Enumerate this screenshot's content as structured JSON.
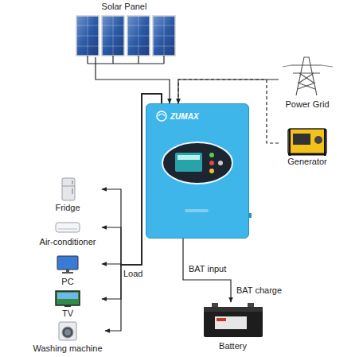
{
  "diagram": {
    "nodes": [
      {
        "text": [
          "Solar Panel"
        ]
      },
      {
        "text": [
          "Power Grid"
        ]
      },
      {
        "text": [
          "Generator"
        ]
      },
      {
        "text": [
          "ZUMAX"
        ]
      },
      {
        "text": [
          "Fridge"
        ]
      },
      {
        "text": [
          "Air-conditioner"
        ]
      },
      {
        "text": [
          "PC"
        ]
      },
      {
        "text": [
          "TV"
        ]
      },
      {
        "text": [
          "Washing machine"
        ]
      },
      {
        "text": [
          "Battery"
        ]
      }
    ],
    "edges": [
      {
        "from": 0,
        "to": 3,
        "arrow": "to"
      },
      {
        "from": 1,
        "to": 3,
        "arrow": "to"
      },
      {
        "from": 2,
        "to": 3,
        "arrow": "to"
      },
      {
        "from": 3,
        "to": 4,
        "arrow": "to"
      },
      {
        "from": 3,
        "to": 5,
        "arrow": "to"
      },
      {
        "from": 3,
        "to": 6,
        "label": "Load",
        "arrow": "to"
      },
      {
        "from": 3,
        "to": 7,
        "arrow": "to"
      },
      {
        "from": 3,
        "to": 8,
        "arrow": "to"
      },
      {
        "from": 3,
        "to": 9,
        "label": "BAT input",
        "arrow": "to"
      }
    ],
    "labels": [
      "BAT charge"
    ]
  }
}
